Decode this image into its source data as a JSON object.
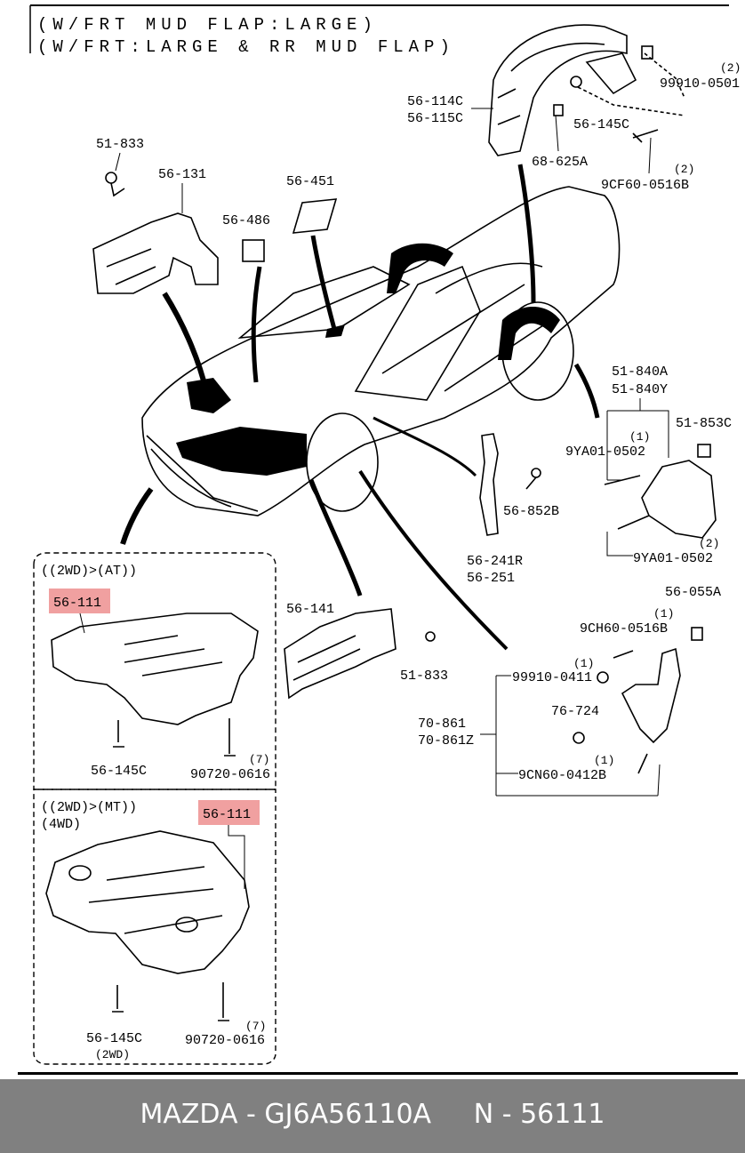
{
  "header": {
    "line1": "(W/FRT MUD FLAP:LARGE)",
    "line2": "(W/FRT:LARGE & RR MUD FLAP)"
  },
  "labels": {
    "l_56_114c": "56-114C",
    "l_56_115c": "56-115C",
    "l_99910_0501": "99910-0501",
    "l_qty_0501": "(2)",
    "l_56_145c_top": "56-145C",
    "l_68_625a": "68-625A",
    "l_9cf60_0516b": "9CF60-0516B",
    "l_qty_0516b": "(2)",
    "l_51_833_top": "51-833",
    "l_56_131": "56-131",
    "l_56_451": "56-451",
    "l_56_486": "56-486",
    "l_51_840a": "51-840A",
    "l_51_840y": "51-840Y",
    "l_51_853c": "51-853C",
    "l_9ya01_0502_a": "9YA01-0502",
    "l_qty_0502_a": "(1)",
    "l_56_852b": "56-852B",
    "l_9ya01_0502_b": "9YA01-0502",
    "l_qty_0502_b": "(2)",
    "l_56_241r": "56-241R",
    "l_56_251": "56-251",
    "l_56_141": "56-141",
    "l_51_833_mid": "51-833",
    "l_56_055a": "56-055A",
    "l_9ch60_0516b": "9CH60-0516B",
    "l_qty_0516b_b": "(1)",
    "l_99910_0411": "99910-0411",
    "l_qty_0411": "(1)",
    "l_76_724": "76-724",
    "l_70_861": "70-861",
    "l_70_861z": "70-861Z",
    "l_9cn60_0412b": "9CN60-0412B",
    "l_qty_0412b": "(1)"
  },
  "box_at": {
    "title": "((2WD)>(AT))",
    "part": "56-111",
    "clip": "56-145C",
    "bolt": "90720-0616",
    "qty": "(7)"
  },
  "box_mt": {
    "title1": "((2WD)>(MT))",
    "title2": "(4WD)",
    "part": "56-111",
    "clip": "56-145C",
    "clip_note": "(2WD)",
    "bolt": "90720-0616",
    "qty": "(7)"
  },
  "footer": {
    "text": "MAZDA - GJ6A56110A     N - 56111"
  },
  "colors": {
    "highlight": "#f0a0a0",
    "footer_bg": "#808080",
    "footer_text": "#ffffff"
  }
}
